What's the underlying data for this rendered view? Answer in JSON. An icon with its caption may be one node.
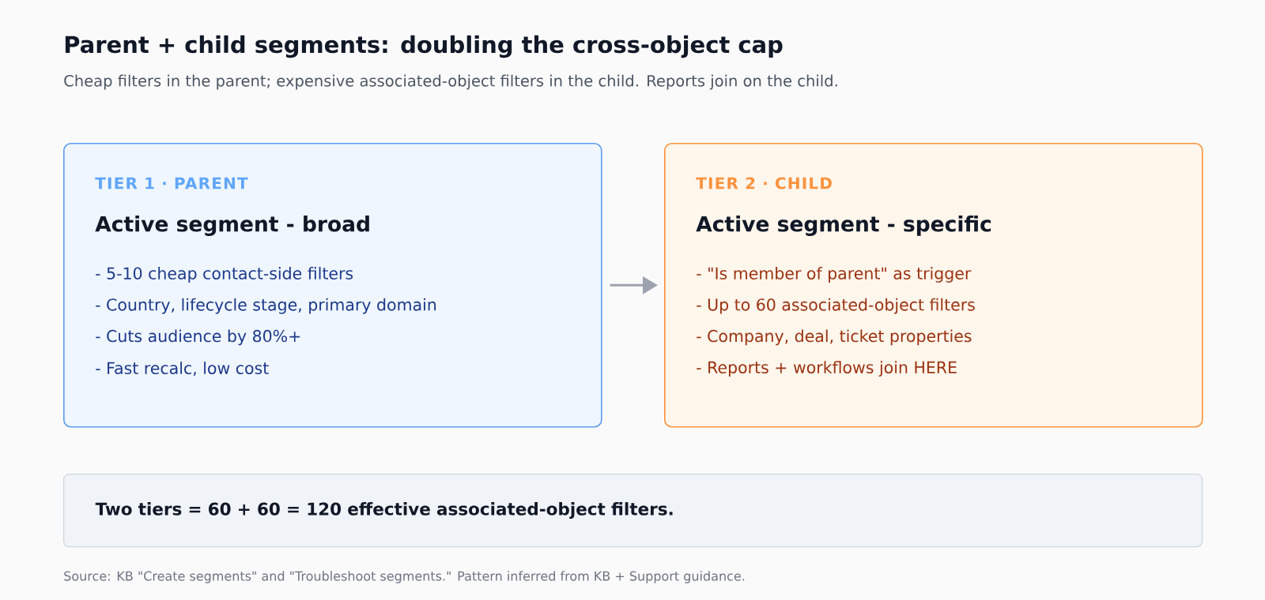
{
  "diagram": {
    "title": "Parent + child segments: doubling the cross-object cap",
    "nodes": [
      {
        "text": [
          "TIER 1 · PARENT",
          "Active segment - broad",
          "- 5-10 cheap contact-side filters",
          "- Country, lifecycle stage, primary domain",
          "- Cuts audience by 80%+",
          "- Fast recalc, low cost"
        ]
      },
      {
        "text": [
          "TIER 2 · CHILD",
          "Active segment - specific",
          "- \"Is member of parent\" as trigger",
          "- Up to 60 associated-object filters",
          "- Company, deal, ticket properties",
          "- Reports + workflows join HERE"
        ]
      },
      {
        "text": [
          "Two tiers = 60 + 60 = 120 effective associated-object filters."
        ]
      }
    ],
    "edges": [
      {
        "from": 0,
        "to": 1,
        "arrow": "to"
      }
    ],
    "labels": [
      "Cheap filters in the parent; expensive associated-object filters in the child. Reports join on the child.",
      "Source: KB \"Create segments\" and \"Troubleshoot segments.\" Pattern inferred from KB + Support guidance."
    ]
  }
}
